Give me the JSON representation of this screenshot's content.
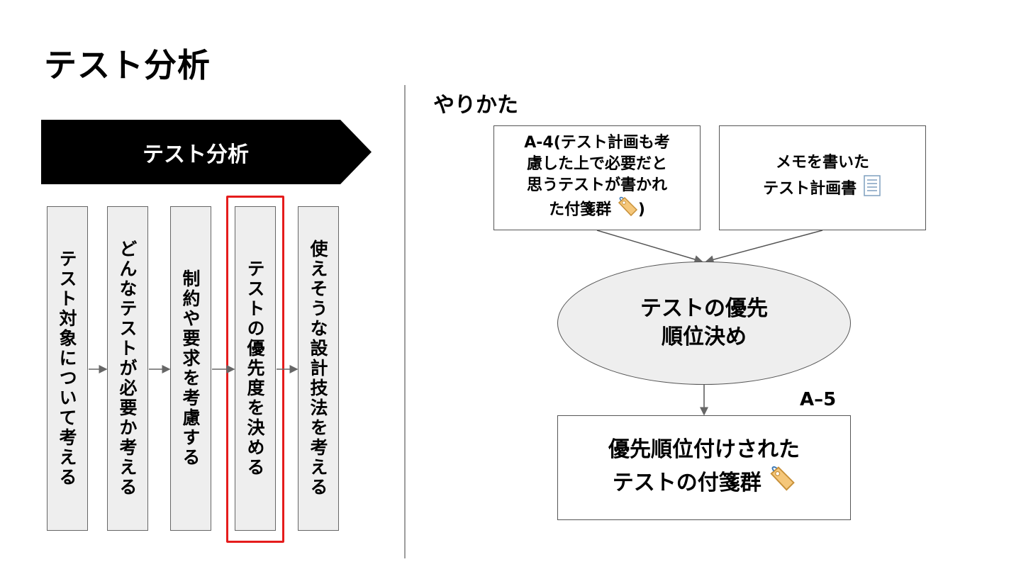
{
  "title": "テスト分析",
  "banner": {
    "label": "テスト分析",
    "color": "#000000"
  },
  "steps": [
    {
      "label": "テスト対象について考える"
    },
    {
      "label": "どんなテストが必要か考える"
    },
    {
      "label": "制約や要求を考慮する"
    },
    {
      "label": "テストの優先度を決める",
      "highlighted": true
    },
    {
      "label": "使えそうな設計技法を考える"
    }
  ],
  "highlight_color": "#e51c1c",
  "howto": {
    "heading": "やりかた",
    "input1": {
      "lines": [
        "A-4(テスト計画も考",
        "慮した上で必要だと",
        "思うテストが書かれ",
        "た付箋群"
      ],
      "suffix": ")",
      "icon": "tag-icon"
    },
    "input2": {
      "lines": [
        "メモを書いた",
        "テスト計画書"
      ],
      "icon": "document-icon"
    },
    "process": {
      "lines": [
        "テストの優先",
        "順位決め"
      ]
    },
    "output_label": "A–5",
    "output": {
      "lines": [
        "優先順位付けされた",
        "テストの付箋群"
      ],
      "icon": "tag-icon"
    }
  }
}
